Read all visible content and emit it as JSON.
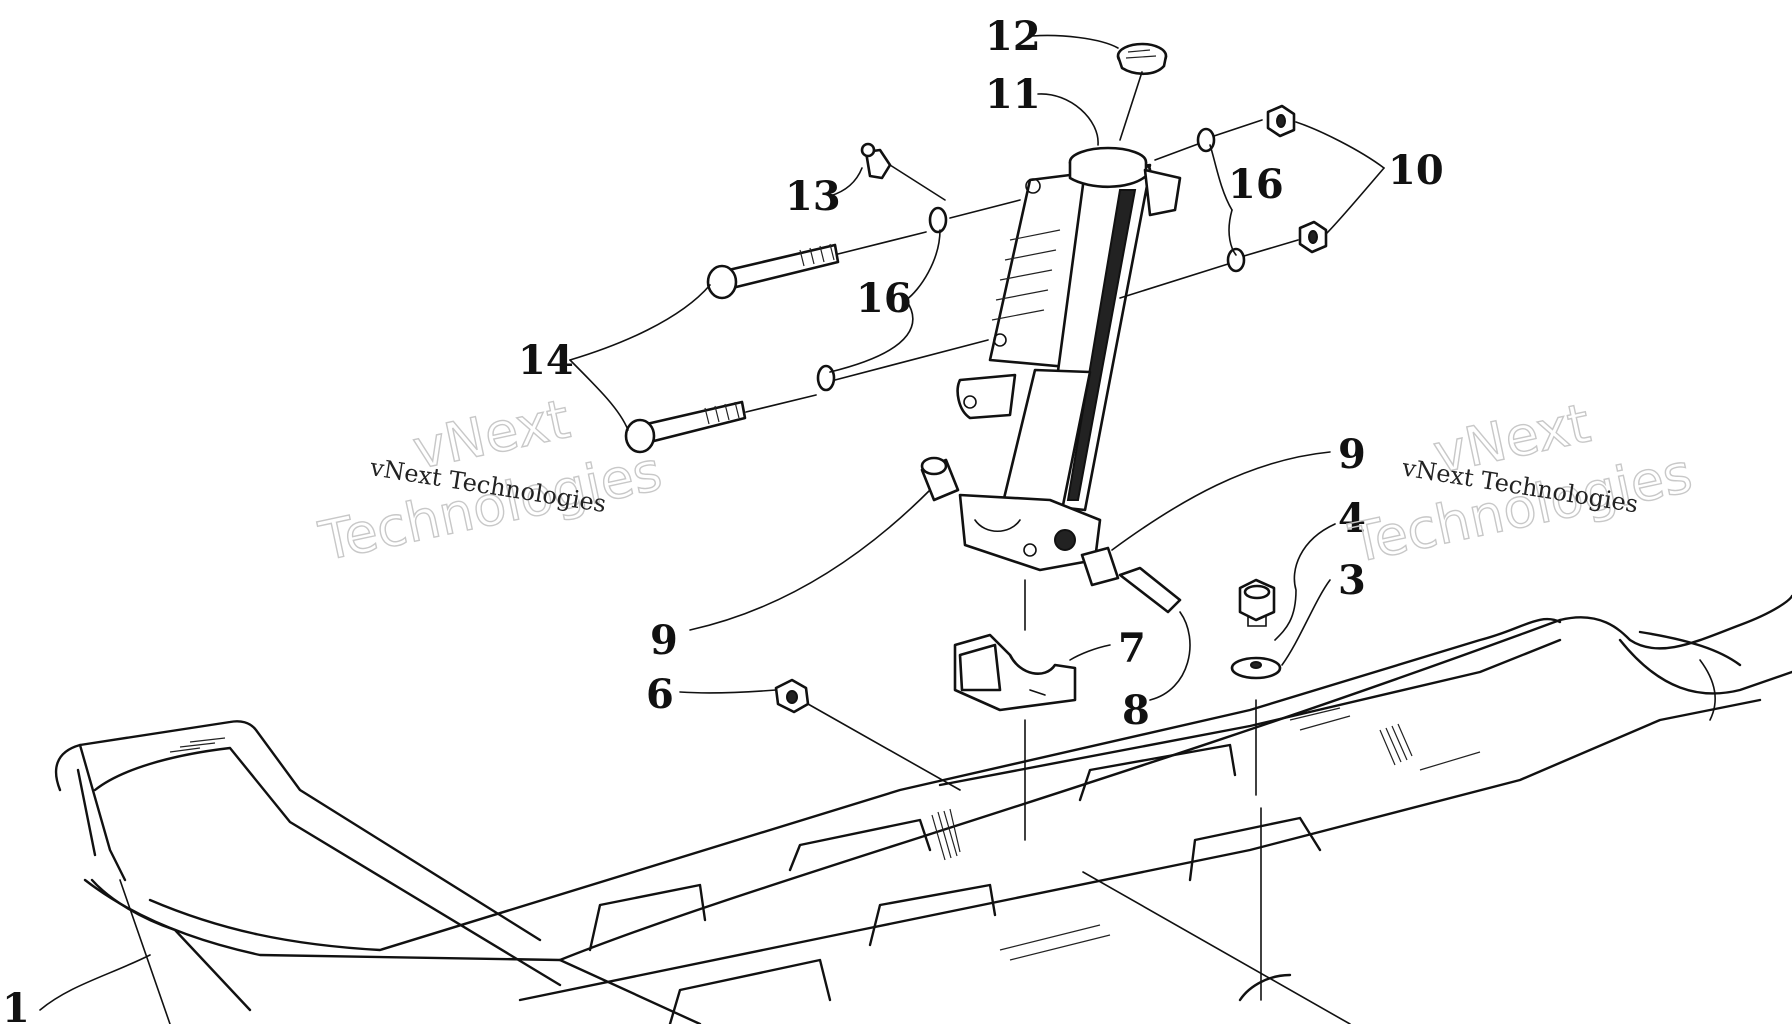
{
  "callouts": [
    {
      "id": "c12",
      "text": "12"
    },
    {
      "id": "c11",
      "text": "11"
    },
    {
      "id": "c13",
      "text": "13"
    },
    {
      "id": "c16a",
      "text": "16"
    },
    {
      "id": "c10",
      "text": "10"
    },
    {
      "id": "c16b",
      "text": "16"
    },
    {
      "id": "c14",
      "text": "14"
    },
    {
      "id": "c9a",
      "text": "9"
    },
    {
      "id": "c9b",
      "text": "9"
    },
    {
      "id": "c4",
      "text": "4"
    },
    {
      "id": "c3",
      "text": "3"
    },
    {
      "id": "c7",
      "text": "7"
    },
    {
      "id": "c6",
      "text": "6"
    },
    {
      "id": "c8",
      "text": "8"
    },
    {
      "id": "c1",
      "text": "1"
    }
  ],
  "watermark": {
    "large_line1": "vNext",
    "large_line2": "Technologies",
    "small": "vNext Technologies"
  },
  "colors": {
    "ink": "#111111",
    "paper": "#ffffff",
    "watermark": "#c8c8c8"
  }
}
